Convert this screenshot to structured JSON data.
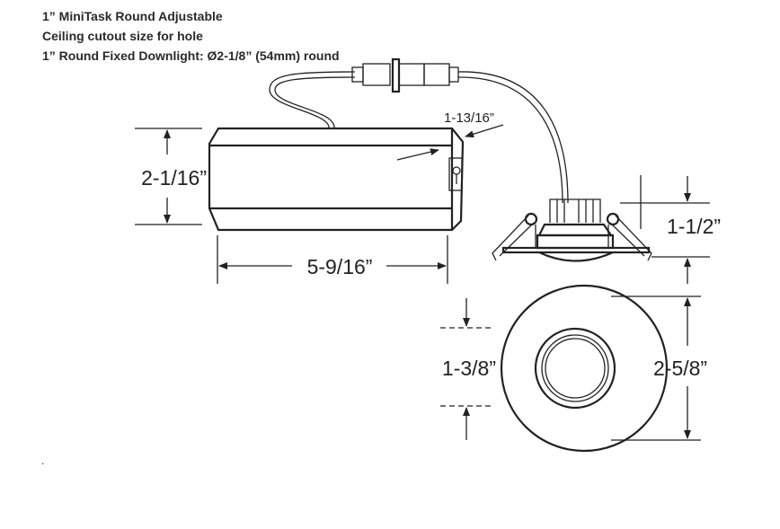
{
  "header": {
    "line1": "1” MiniTask Round Adjustable",
    "line2": "Ceiling cutout size for hole",
    "line3": "1” Round Fixed Downlight: Ø2-1/8” (54mm) round"
  },
  "dimensions": {
    "driver_height": "2-1/16”",
    "driver_length": "5-9/16”",
    "driver_depth": "1-13/16”",
    "fixture_height": "1-1/2”",
    "aperture_diameter": "1-3/8”",
    "trim_diameter": "2-5/8”"
  },
  "footnote": "."
}
